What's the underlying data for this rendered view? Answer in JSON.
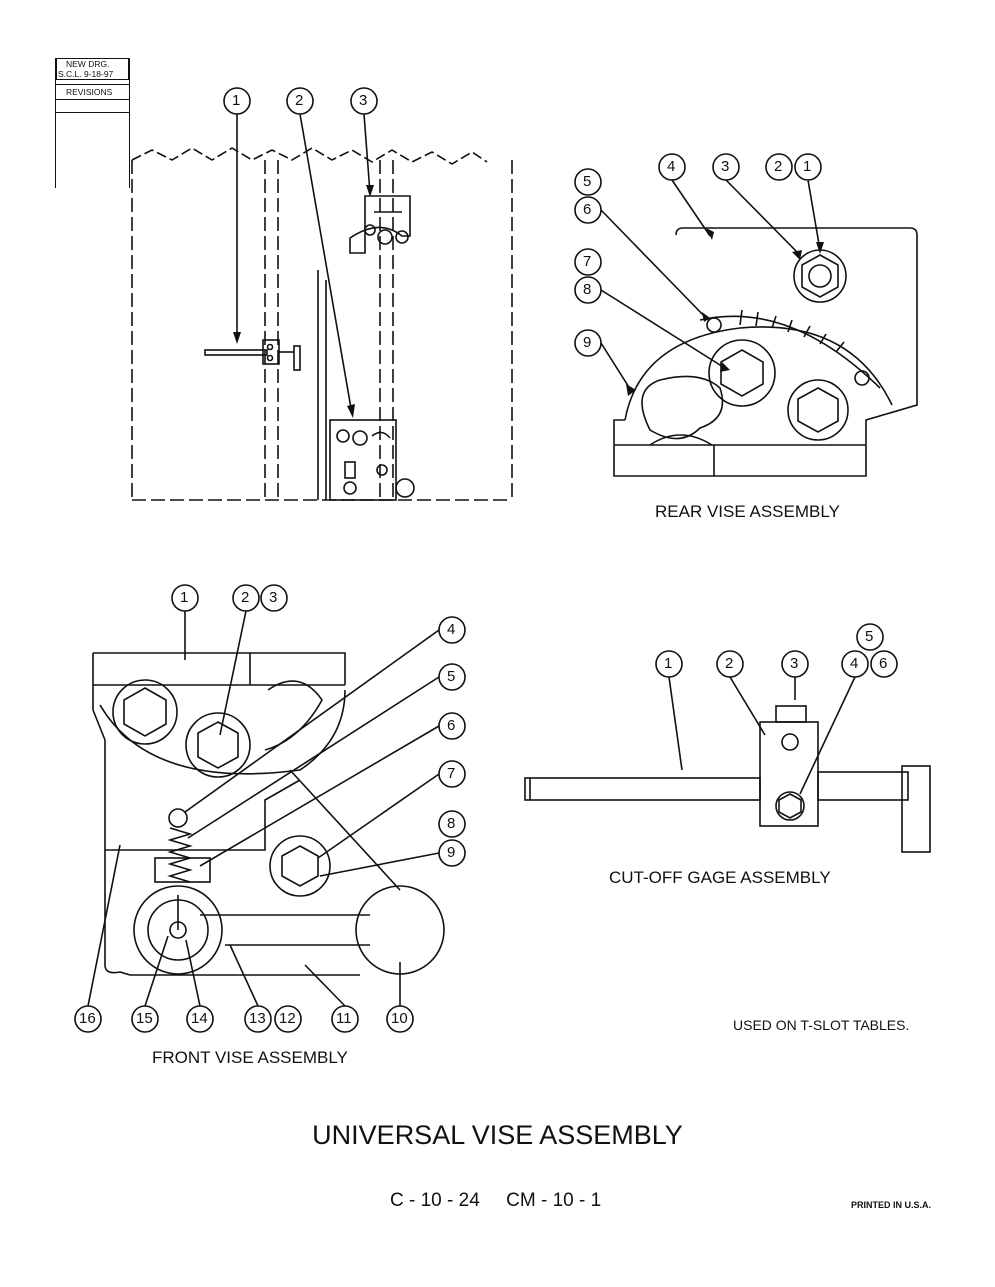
{
  "revision_block": {
    "line1": "NEW DRG.",
    "line2": "S.C.L.  9-18-97",
    "label": "REVISIONS"
  },
  "overview": {
    "callouts": [
      "1",
      "2",
      "3"
    ]
  },
  "rear_vise": {
    "caption": "REAR VISE ASSEMBLY",
    "callouts": [
      "4",
      "3",
      "2",
      "1",
      "5",
      "6",
      "7",
      "8",
      "9"
    ]
  },
  "front_vise": {
    "caption": "FRONT VISE ASSEMBLY",
    "top_callouts": [
      "1",
      "2",
      "3"
    ],
    "right_callouts": [
      "4",
      "5",
      "6",
      "7",
      "8",
      "9"
    ],
    "bottom_callouts": [
      "16",
      "15",
      "14",
      "13",
      "12",
      "11",
      "10"
    ]
  },
  "cutoff_gage": {
    "caption": "CUT-OFF GAGE ASSEMBLY",
    "callouts": [
      "1",
      "2",
      "3",
      "4",
      "5",
      "6"
    ]
  },
  "note": "USED ON T-SLOT TABLES.",
  "title": "UNIVERSAL VISE ASSEMBLY",
  "drawing_number": "C - 10 - 24     CM - 10 - 1",
  "printed": "PRINTED IN U.S.A."
}
